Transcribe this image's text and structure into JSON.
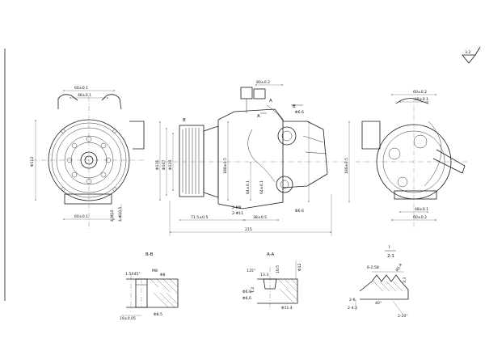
{
  "surface_mark": "3.2",
  "front_view": {
    "dims": [
      "60±0.1",
      "48±0.1",
      "60±0.1",
      "4-M10",
      "4-Φ10.5",
      "Φ112"
    ]
  },
  "side_view": {
    "dims": [
      "80±0.2",
      "A",
      "A",
      "Φ6.6",
      "Φ131",
      "Φ107",
      "Φ120",
      "188±0.5",
      "84±0.1",
      "64±0.1",
      "2-M8",
      "2-Φ11",
      "Φ6.6",
      "71.5±0.5",
      "38±0.5",
      "215",
      "188±0.5"
    ],
    "section_marks": [
      "B",
      "B"
    ]
  },
  "back_view": {
    "dims": [
      "60±0.2",
      "48±0.1",
      "48±0.1",
      "60±0.2"
    ]
  },
  "detail_bb": {
    "title": "B-B",
    "dims": [
      "1.5X45°",
      "M8",
      "Φ8",
      "19±0.05",
      "Φ8.5"
    ]
  },
  "detail_aa": {
    "title": "A-A",
    "dims": [
      "135°",
      "10.5",
      "Φ6.8",
      "13.3",
      "1.2",
      "Φ6.6",
      "Φ11.4",
      "Φ12"
    ]
  },
  "detail_i": {
    "title": "I",
    "scale": "2:1",
    "dims": [
      "6-2.58",
      "3.3",
      "R0.4",
      "40°",
      "2-6",
      "2-4.3",
      "2-20°"
    ]
  }
}
